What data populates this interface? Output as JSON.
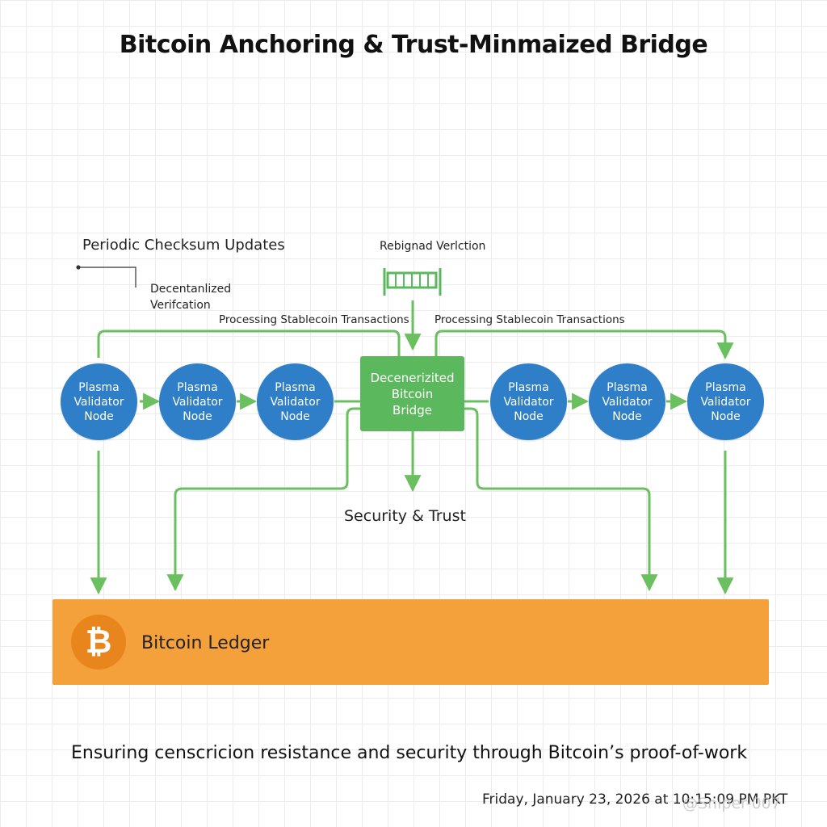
{
  "title": "Bitcoin Anchoring & Trust-Minmaized Bridge",
  "labels": {
    "periodic_checksum": "Periodic Checksum Updates",
    "decentralized_verification_line1": "Decentanlized",
    "decentralized_verification_line2": "Verifcation",
    "rebigned_verification": "Rebignad Verlction",
    "processing_left": "Processing Stablecoin Transactions",
    "processing_right": "Processing Stablecoin Transactions",
    "security_trust": "Security & Trust"
  },
  "nodes": [
    {
      "line1": "Plasma",
      "line2": "Validator",
      "line3": "Node"
    },
    {
      "line1": "Plasma",
      "line2": "Validator",
      "line3": "Node"
    },
    {
      "line1": "Plasma",
      "line2": "Validator",
      "line3": "Node"
    },
    {
      "line1": "Plasma",
      "line2": "Validator",
      "line3": "Node"
    },
    {
      "line1": "Plasma",
      "line2": "Validator",
      "line3": "Node"
    },
    {
      "line1": "Plasma",
      "line2": "Validator",
      "line3": "Node"
    }
  ],
  "bridge": {
    "line1": "Decenerizited",
    "line2": "Bitcoin",
    "line3": "Bridge"
  },
  "ledger": {
    "label": "Bitcoin Ledger",
    "icon": "bitcoin-icon",
    "symbol": "₿"
  },
  "footer": "Ensuring censcricion resistance and security through Bitcoin’s proof-of-work",
  "timestamp": "Friday, January 23, 2026 at 10:15:09 PM PKT",
  "watermark": "@Sniper-007",
  "colors": {
    "node_blue": "#2f7fc8",
    "bridge_green": "#5cb85c",
    "connector_green": "#6abf5e",
    "ledger_orange": "#f4a03b",
    "bitcoin_orange": "#e8851c"
  }
}
